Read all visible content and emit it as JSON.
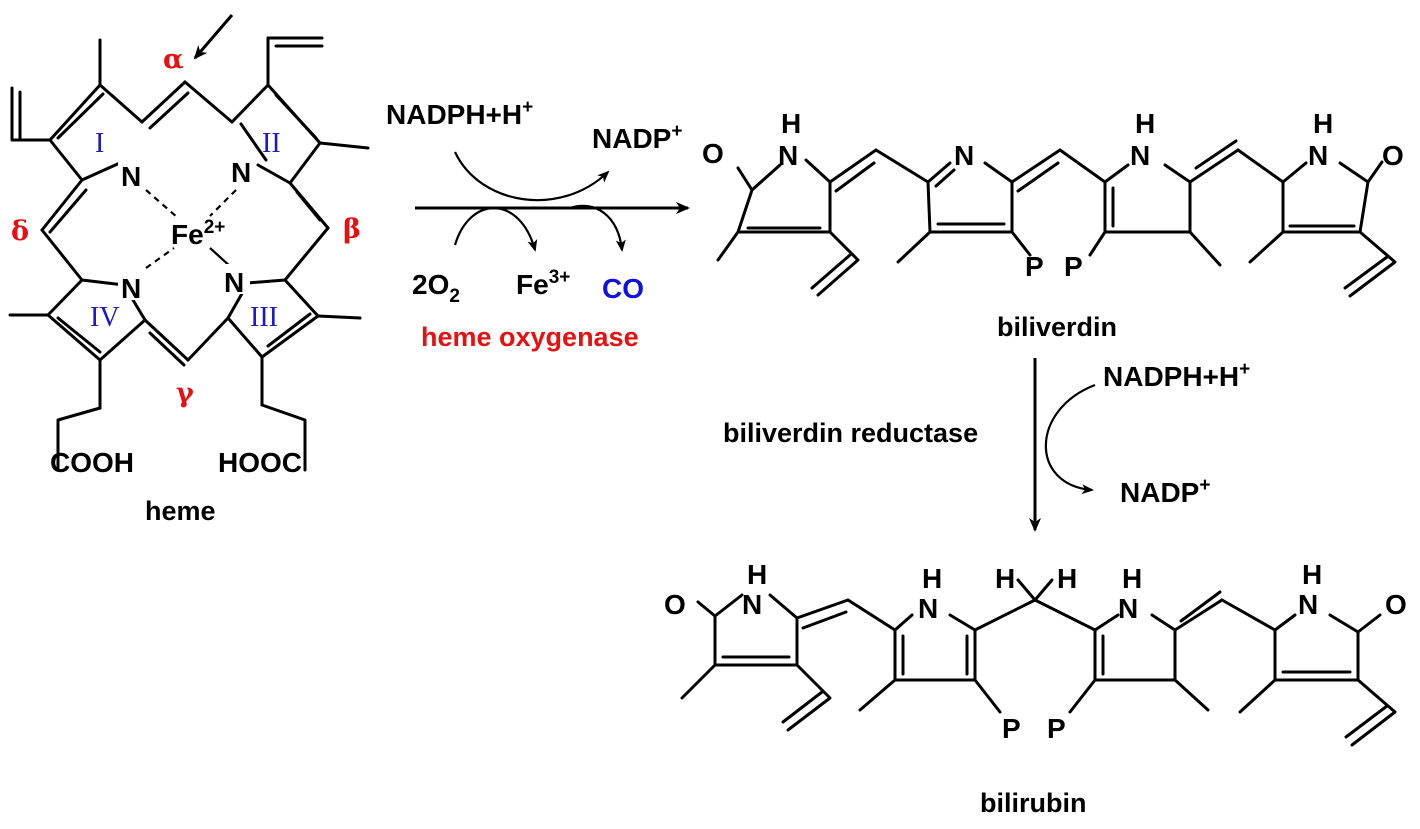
{
  "heme": {
    "name": "heme",
    "iron": "Fe",
    "iron_charge": "2+",
    "nitrogen": "N",
    "rings": [
      "I",
      "II",
      "III",
      "IV"
    ],
    "bridges": {
      "alpha": "α",
      "beta": "β",
      "gamma": "γ",
      "delta": "δ"
    },
    "acid_left": "COOH",
    "acid_right": "HOOC"
  },
  "reaction1": {
    "enzyme": "heme oxygenase",
    "cofactor_in": "NADPH+H",
    "cofactor_in_charge": "+",
    "cofactor_out": "NADP",
    "cofactor_out_charge": "+",
    "oxygen": "2O",
    "oxygen_sub": "2",
    "iron_out": "Fe",
    "iron_out_charge": "3+",
    "co": "CO"
  },
  "biliverdin": {
    "name": "biliverdin",
    "oxygen": "O",
    "nh": "N",
    "h": "H",
    "n": "N",
    "propionate": "P"
  },
  "reaction2": {
    "enzyme": "biliverdin reductase",
    "cofactor_in": "NADPH+H",
    "cofactor_in_charge": "+",
    "cofactor_out": "NADP",
    "cofactor_out_charge": "+"
  },
  "bilirubin": {
    "name": "bilirubin",
    "oxygen": "O",
    "nh": "N",
    "h": "H",
    "propionate": "P"
  },
  "colors": {
    "enzyme": "#e81010",
    "co": "#1010e0",
    "ring_numerals": "#1a1acc",
    "bridge_letters": "#e81010"
  }
}
